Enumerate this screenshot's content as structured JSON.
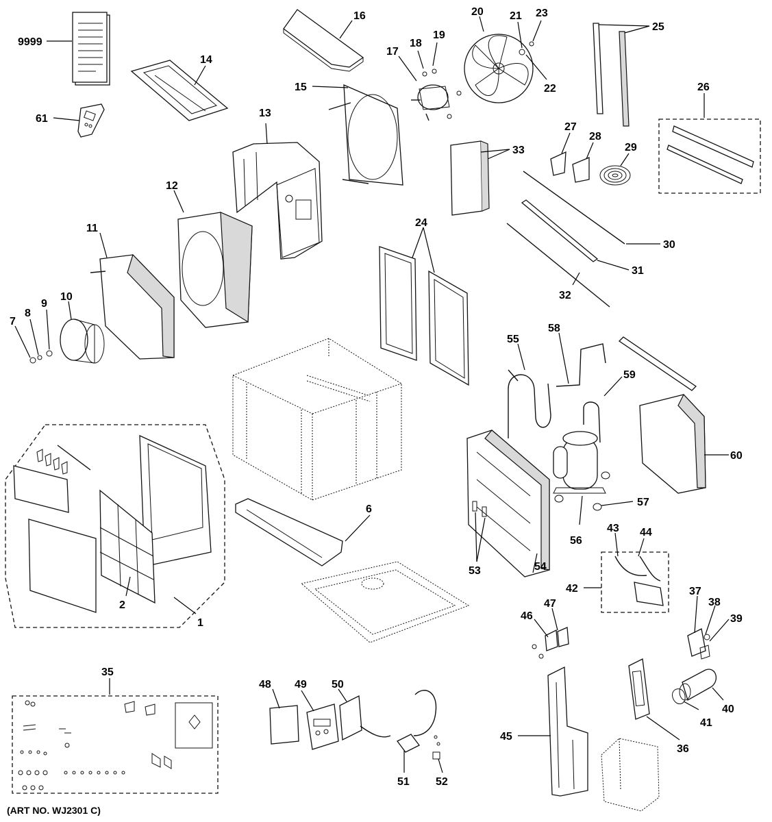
{
  "diagram": {
    "art_number": "(ART NO. WJ2301 C)",
    "callouts": {
      "c9999": "9999",
      "c1": "1",
      "c2": "2",
      "c6": "6",
      "c7": "7",
      "c8": "8",
      "c9": "9",
      "c10": "10",
      "c11": "11",
      "c12": "12",
      "c13": "13",
      "c14": "14",
      "c15": "15",
      "c16": "16",
      "c17": "17",
      "c18": "18",
      "c19": "19",
      "c20": "20",
      "c21": "21",
      "c22": "22",
      "c23": "23",
      "c24": "24",
      "c25": "25",
      "c26": "26",
      "c27": "27",
      "c28": "28",
      "c29": "29",
      "c30": "30",
      "c31": "31",
      "c32": "32",
      "c33": "33",
      "c35": "35",
      "c36": "36",
      "c37": "37",
      "c38": "38",
      "c39": "39",
      "c40": "40",
      "c41": "41",
      "c42": "42",
      "c43": "43",
      "c44": "44",
      "c45": "45",
      "c46": "46",
      "c47": "47",
      "c48": "48",
      "c49": "49",
      "c50": "50",
      "c51": "51",
      "c52": "52",
      "c53": "53",
      "c54": "54",
      "c55": "55",
      "c56": "56",
      "c57": "57",
      "c58": "58",
      "c59": "59",
      "c60": "60",
      "c61": "61"
    }
  }
}
